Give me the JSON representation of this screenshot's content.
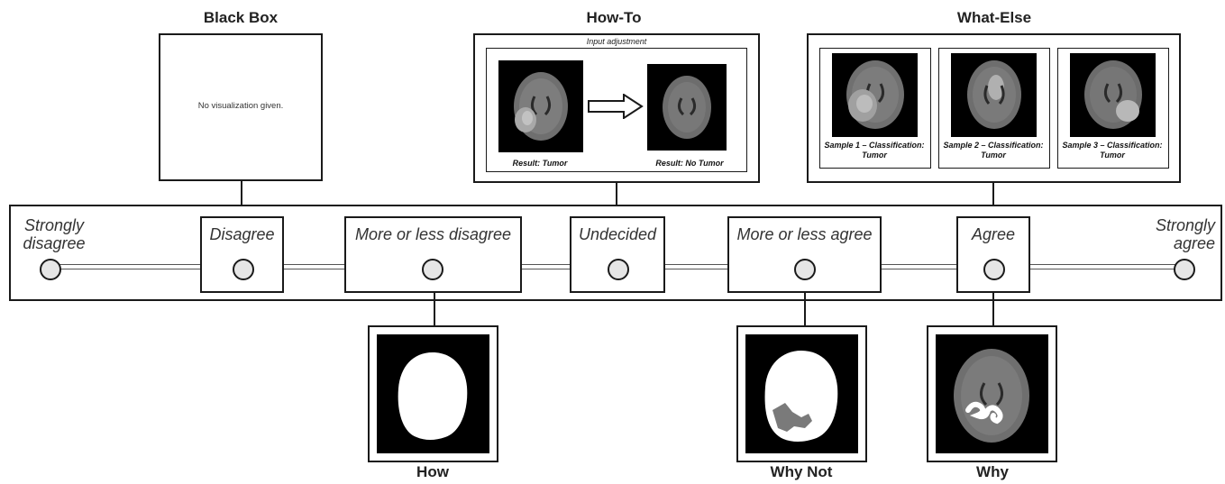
{
  "colors": {
    "line": "#1a1a1a",
    "knob_fill": "#e6e6e6",
    "scan_bg": "#000000"
  },
  "scale": {
    "strongly_disagree": "Strongly\ndisagree",
    "disagree": "Disagree",
    "more_or_less_disagree": "More or less disagree",
    "undecided": "Undecided",
    "more_or_less_agree": "More or less agree",
    "agree": "Agree",
    "strongly_agree": "Strongly\nagree"
  },
  "black_box": {
    "title": "Black Box",
    "text": "No visualization given."
  },
  "how_to": {
    "title": "How-To",
    "subtitle": "Input adjustment",
    "result_left": "Result: Tumor",
    "result_right": "Result: No Tumor"
  },
  "what_else": {
    "title": "What-Else",
    "samples": [
      "Sample 1 – Classification: Tumor",
      "Sample 2 – Classification: Tumor",
      "Sample 3 – Classification: Tumor"
    ]
  },
  "how": {
    "title": "How"
  },
  "why_not": {
    "title": "Why Not"
  },
  "why": {
    "title": "Why"
  }
}
